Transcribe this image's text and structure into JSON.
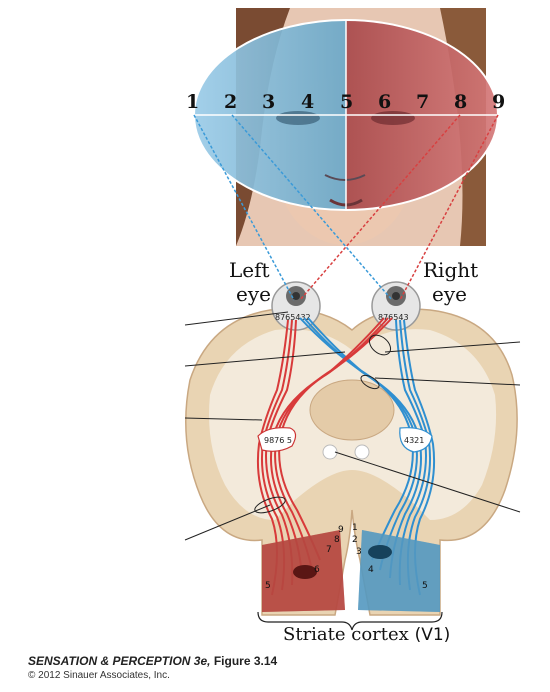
{
  "field_numbers": [
    "1",
    "2",
    "3",
    "4",
    "5",
    "6",
    "7",
    "8",
    "9"
  ],
  "left_eye_label": [
    "Left",
    "eye"
  ],
  "right_eye_label": [
    "Right",
    "eye"
  ],
  "left_retina_numbers": "8765432",
  "right_retina_numbers": "876543",
  "left_lgn_numbers": "9876 5",
  "right_lgn_numbers": "4321",
  "left_v1_numbers": [
    "9",
    "8",
    "7",
    "6",
    "5"
  ],
  "right_v1_numbers": [
    "1",
    "2",
    "3",
    "4",
    "5"
  ],
  "striate_label": "Striate cortex",
  "v1_label": "(V1)",
  "caption_title": "SENSATION & PERCEPTION 3e",
  "caption_figure": "Figure 3.14",
  "copyright": "© 2012 Sinauer Associates, Inc.",
  "colors": {
    "left_field": "#7cc4e8",
    "right_field": "#e8747c",
    "left_pathway": "#2f8fd0",
    "right_pathway": "#d83a3a",
    "brain_tissue": "#e9d4b3",
    "white_matter": "#f3eadb"
  }
}
